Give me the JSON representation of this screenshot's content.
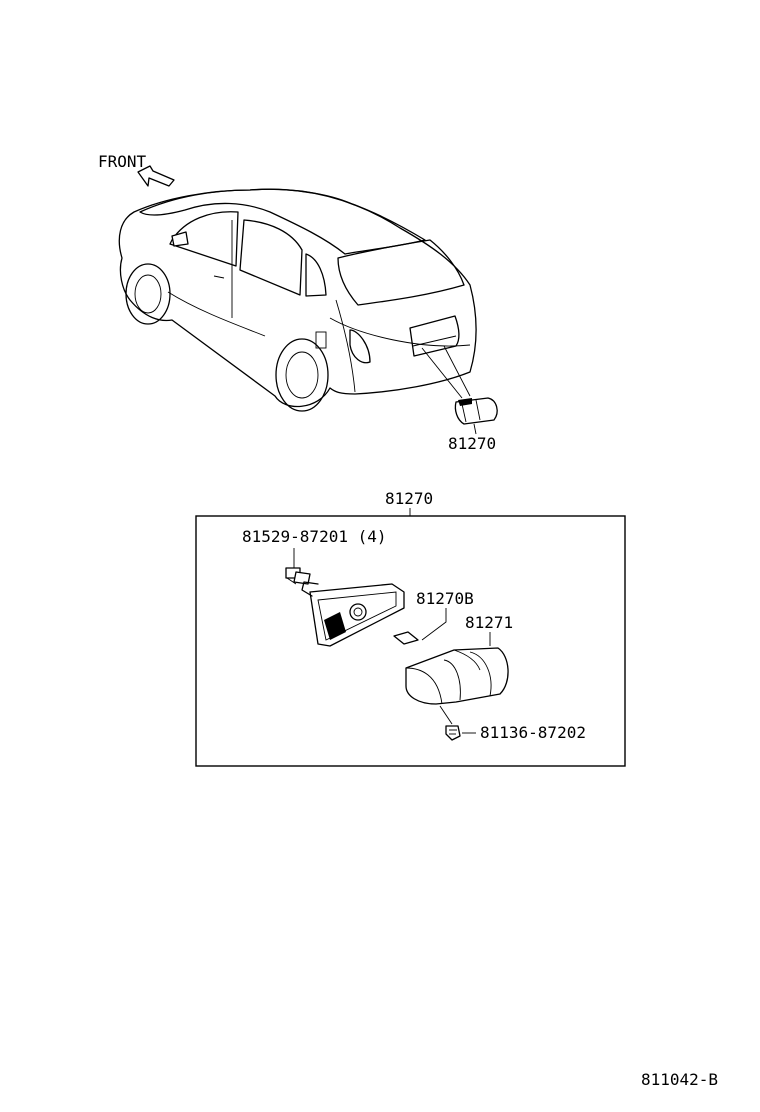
{
  "front_label": "FRONT",
  "parts": {
    "assembly_top": "81270",
    "assembly_box": "81270",
    "bulb": "81529-87201 (4)",
    "gasket": "81270B",
    "lens": "81271",
    "screw": "81136-87202"
  },
  "figure_code": "811042-B"
}
